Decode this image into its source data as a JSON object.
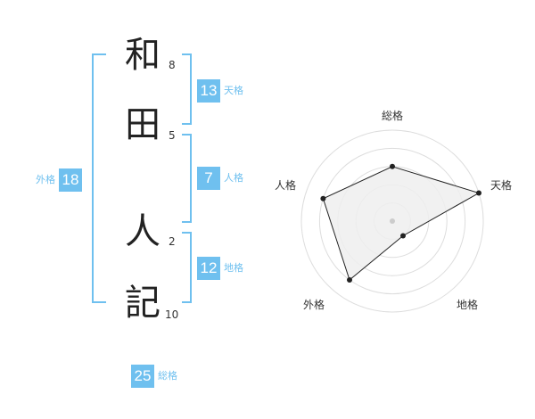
{
  "name": {
    "kanji": [
      "和",
      "田",
      "人",
      "記"
    ],
    "strokes": [
      "8",
      "5",
      "2",
      "10"
    ]
  },
  "fortunes": {
    "tenkaku": {
      "value": "13",
      "label": "天格"
    },
    "jinkaku": {
      "value": "7",
      "label": "人格"
    },
    "chikaku": {
      "value": "12",
      "label": "地格"
    },
    "gaikaku": {
      "value": "18",
      "label": "外格"
    },
    "soukaku": {
      "value": "25",
      "label": "総格"
    }
  },
  "radar": {
    "labels": {
      "top": "総格",
      "right": "天格",
      "bottom_right": "地格",
      "bottom_left": "外格",
      "left": "人格"
    },
    "levels": 5,
    "scores": [
      3,
      5,
      1,
      4,
      4
    ],
    "colors": {
      "fill": "#efefef",
      "line": "#222222",
      "ring": "#dddddd",
      "center": "#cccccc"
    }
  }
}
